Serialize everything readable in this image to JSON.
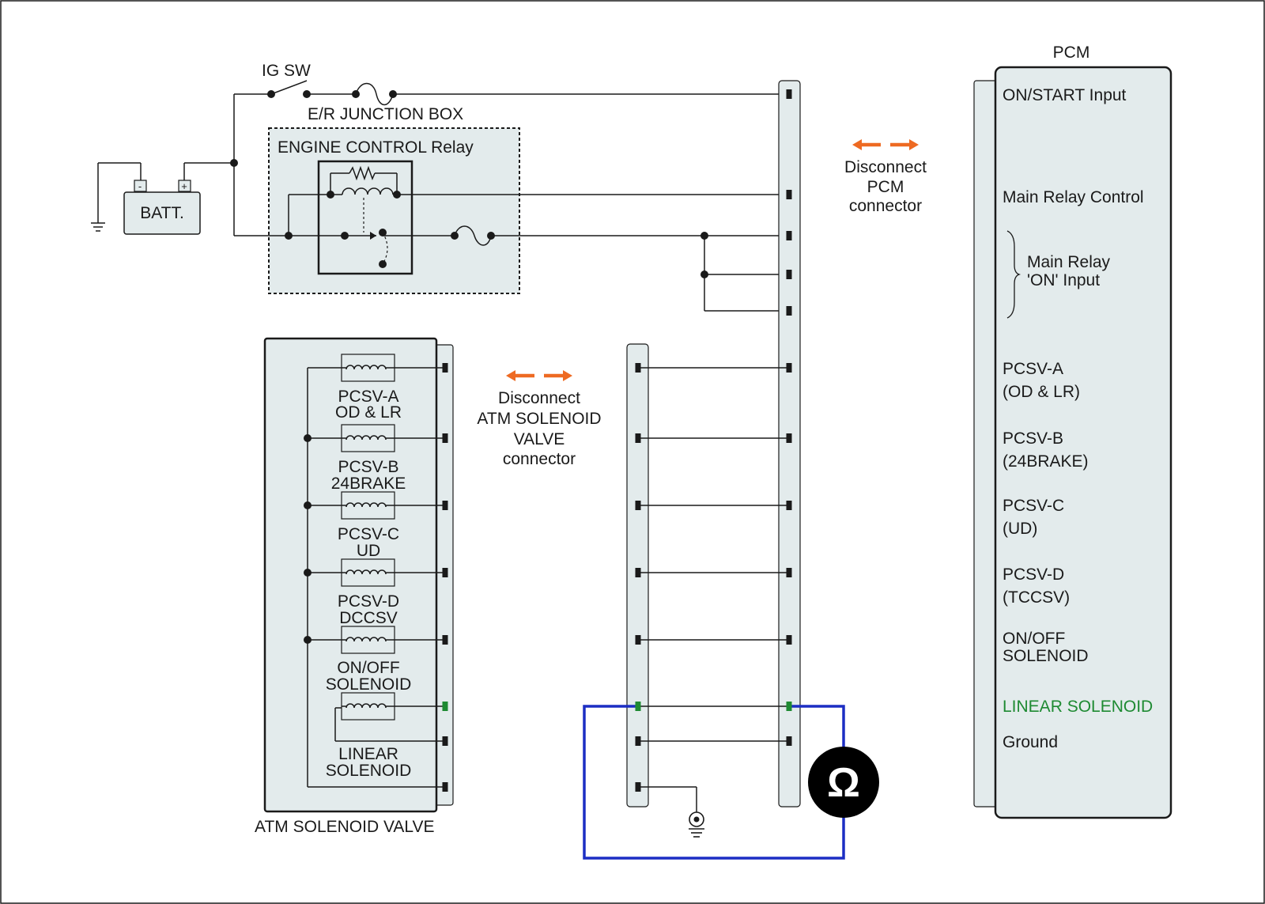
{
  "colors": {
    "wire": "#1a1a1a",
    "panel_fill": "#e3ebec",
    "arrow": "#ee6a22",
    "meter_wire": "#1c2ec4",
    "highlight": "#1e8a32",
    "meter_body": "#000000"
  },
  "icons": {
    "battery": "battery-icon",
    "ground": "ground-symbol-icon",
    "ohmmeter": "ohmmeter-icon",
    "arrows": "double-arrow-icon"
  },
  "labels": {
    "ig_sw": "IG SW",
    "er_junction_box": "E/R JUNCTION BOX",
    "engine_control_relay": "ENGINE CONTROL Relay",
    "battery": "BATT.",
    "battery_minus": "-",
    "battery_plus": "+",
    "atm_solenoid_valve": "ATM SOLENOID VALVE",
    "pcm": "PCM",
    "ohm_symbol": "Ω"
  },
  "disconnect_pcm": {
    "lines": [
      "Disconnect",
      "PCM",
      "connector"
    ]
  },
  "disconnect_atm": {
    "lines": [
      "Disconnect",
      "ATM SOLENOID",
      "VALVE",
      "connector"
    ]
  },
  "solenoids": [
    {
      "lines": [
        "PCSV-A",
        "OD & LR"
      ]
    },
    {
      "lines": [
        "PCSV-B",
        "24BRAKE"
      ]
    },
    {
      "lines": [
        "PCSV-C",
        "UD"
      ]
    },
    {
      "lines": [
        "PCSV-D",
        "DCCSV"
      ]
    },
    {
      "lines": [
        "ON/OFF",
        "SOLENOID"
      ]
    },
    {
      "lines": [
        "LINEAR",
        "SOLENOID"
      ]
    }
  ],
  "pcm_pins": {
    "on_start": "ON/START Input",
    "main_relay_control": "Main Relay Control",
    "main_relay_on": [
      "Main Relay",
      "'ON' Input"
    ],
    "pcsv_a": [
      "PCSV-A",
      "(OD & LR)"
    ],
    "pcsv_b": [
      "PCSV-B",
      "(24BRAKE)"
    ],
    "pcsv_c": [
      "PCSV-C",
      "(UD)"
    ],
    "pcsv_d": [
      "PCSV-D",
      "(TCCSV)"
    ],
    "on_off_solenoid": [
      "ON/OFF",
      "SOLENOID"
    ],
    "linear_solenoid": "LINEAR SOLENOID",
    "ground": "Ground"
  }
}
